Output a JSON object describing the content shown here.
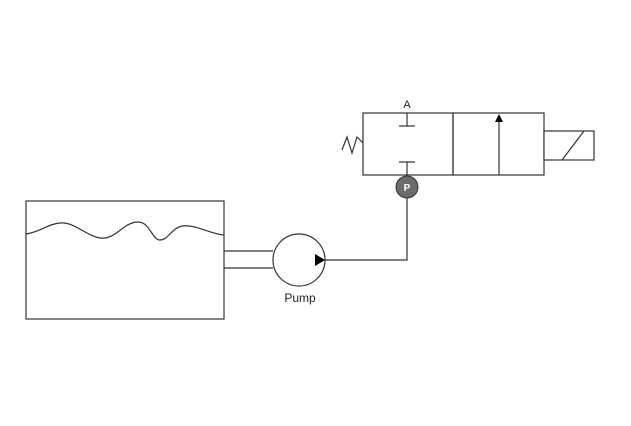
{
  "diagram": {
    "tank": {
      "name": "reservoir"
    },
    "pump": {
      "label": "Pump"
    },
    "valve": {
      "port_a_label": "A",
      "port_p_label": "P"
    }
  }
}
